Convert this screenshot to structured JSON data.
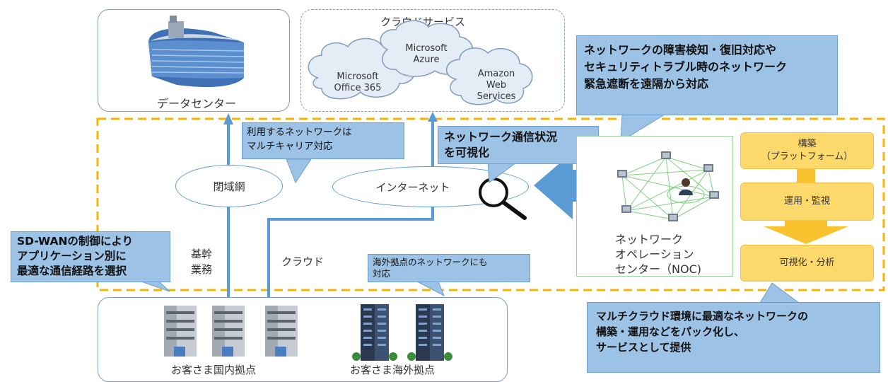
{
  "data_center": {
    "label": "データセンター"
  },
  "cloud_services": {
    "title": "クラウドサービス",
    "clouds": [
      {
        "line1": "Microsoft",
        "line2": "Azure",
        "line3": ""
      },
      {
        "line1": "Microsoft",
        "line2": "Office 365",
        "line3": ""
      },
      {
        "line1": "Amazon",
        "line2": "Web",
        "line3": "Services"
      }
    ]
  },
  "networks": {
    "closed_network": "閉域網",
    "internet": "インターネット",
    "core_business": [
      "基幹",
      "業務"
    ],
    "cloud_label": "クラウド"
  },
  "callouts": {
    "multicarrier": [
      "利用するネットワークは",
      "マルチキャリア対応"
    ],
    "visualize": [
      "ネットワーク通信状況",
      "を可視化"
    ],
    "noc_response": [
      "ネットワークの障害検知・復旧対応や",
      "セキュリティトラブル時のネットワーク",
      "緊急遮断を遠隔から対応"
    ],
    "sdwan": [
      "SD-WANの制御により",
      "アプリケーション別に",
      "最適な通信経路を選択"
    ],
    "overseas": [
      "海外拠点のネットワークにも",
      "対応"
    ],
    "multicloud": [
      "マルチクラウド環境に最適なネットワークの",
      "構築・運用などをパック化し、",
      "サービスとして提供"
    ]
  },
  "noc": {
    "label": [
      "ネットワーク",
      "オペレーション",
      "センター（NOC)"
    ]
  },
  "service_flow": {
    "build": [
      "構築",
      "（プラットフォーム）"
    ],
    "operate": "運用・監視",
    "analyze": "可視化・分析"
  },
  "customer": {
    "domestic": "お客さま国内拠点",
    "overseas": "お客さま海外拠点"
  },
  "colors": {
    "line_blue": "#5b9bd5",
    "callout_blue": "#9cc2e5",
    "dashed_orange": "#f4b400",
    "orange_box": "#fdd86a"
  }
}
